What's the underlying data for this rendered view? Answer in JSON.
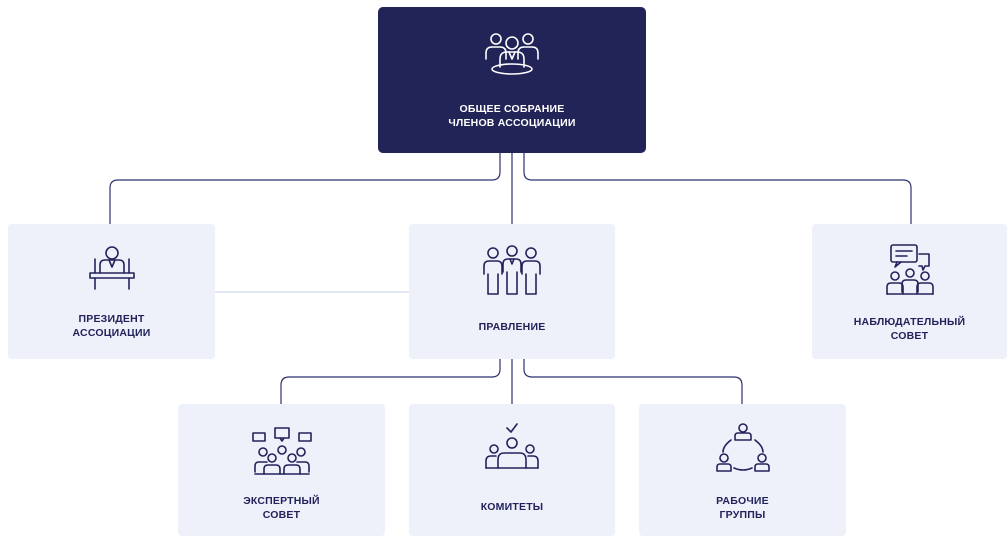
{
  "nodes": {
    "general_meeting": {
      "line1": "ОБЩЕЕ СОБРАНИЕ",
      "line2": "ЧЛЕНОВ АССОЦИАЦИИ",
      "icon": "people-group-icon"
    },
    "president": {
      "line1": "ПРЕЗИДЕНТ",
      "line2": "АССОЦИАЦИИ",
      "icon": "speaker-podium-icon"
    },
    "board": {
      "line1": "ПРАВЛЕНИЕ",
      "icon": "three-people-icon"
    },
    "supervisory": {
      "line1": "НАБЛЮДАТЕЛЬНЫЙ",
      "line2": "СОВЕТ",
      "icon": "discussion-icon"
    },
    "expert": {
      "line1": "ЭКСПЕРТНЫЙ",
      "line2": "СОВЕТ",
      "icon": "expert-council-icon"
    },
    "committees": {
      "line1": "КОМИТЕТЫ",
      "icon": "committee-icon"
    },
    "working_groups": {
      "line1": "РАБОЧИЕ",
      "line2": "ГРУППЫ",
      "icon": "network-people-icon"
    }
  },
  "colors": {
    "navy": "#222357",
    "light_box": "#eef0fa",
    "line": "#2f3170",
    "label": "#22235a"
  }
}
